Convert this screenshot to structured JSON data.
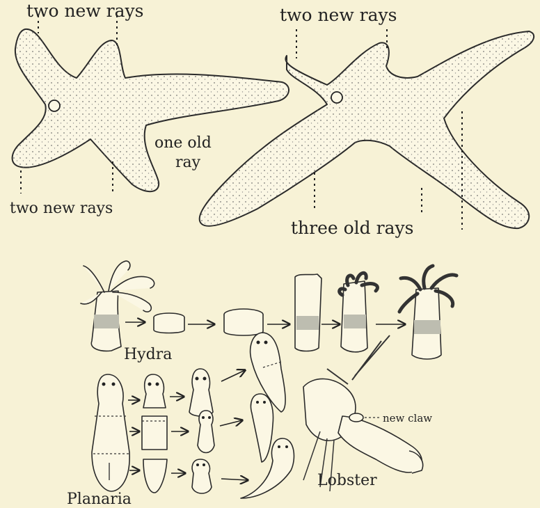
{
  "starfish_left": {
    "top_label": "two new rays",
    "right_label_line1": "one old",
    "right_label_line2": "ray",
    "bottom_label": "two new rays"
  },
  "starfish_right": {
    "top_label": "two new rays",
    "bottom_label": "three old rays"
  },
  "regeneration": {
    "hydra_label": "Hydra",
    "planaria_label": "Planaria",
    "lobster_label": "Lobster",
    "claw_label": "new claw"
  },
  "colors": {
    "background": "#f7f2d6",
    "ink": "#222222",
    "band": "#bdbdb0"
  }
}
